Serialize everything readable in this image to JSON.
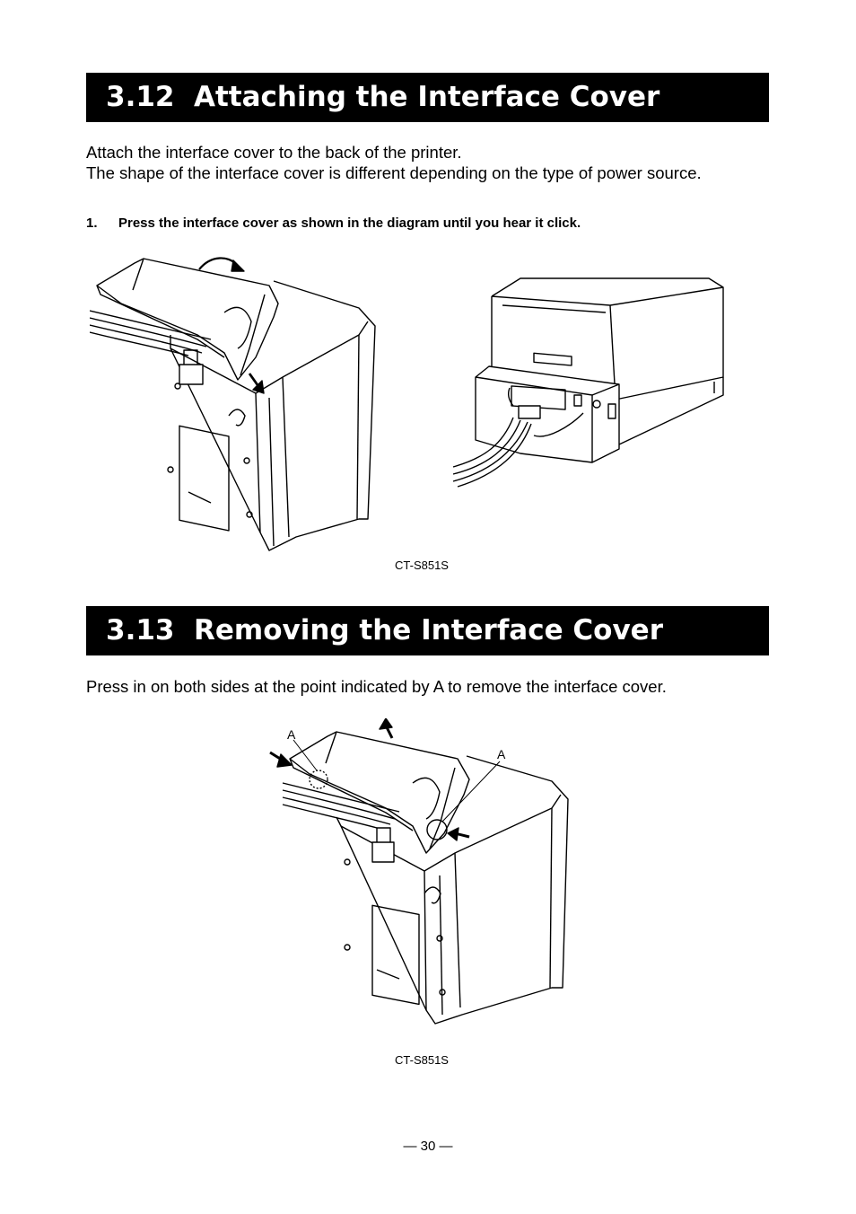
{
  "section_312": {
    "number": "3.12",
    "title": "Attaching the Interface Cover",
    "intro_line1": "Attach the interface cover to the back of the printer.",
    "intro_line2": "The shape of the interface cover is different depending on the type of power source.",
    "step_number": "1.",
    "step_text": "Press the interface cover as shown in the diagram until you hear it click.",
    "caption": "CT-S851S"
  },
  "section_313": {
    "number": "3.13",
    "title": "Removing the Interface Cover",
    "intro": "Press in on both sides at the point indicated by A to remove the interface cover.",
    "label_a_left": "A",
    "label_a_right": "A",
    "caption": "CT-S851S"
  },
  "footer": {
    "page_number": "— 30 —"
  }
}
